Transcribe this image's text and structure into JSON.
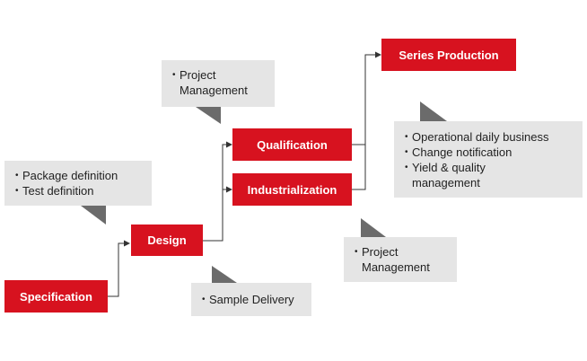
{
  "stages": {
    "specification": "Specification",
    "design": "Design",
    "qualification": "Qualification",
    "industrialization": "Industrialization",
    "series_production": "Series Production"
  },
  "notes": {
    "design_prep": [
      "Package definition",
      "Test definition"
    ],
    "sample": [
      "Sample Delivery"
    ],
    "qualification_pm": [
      "Project",
      "Management"
    ],
    "industrialization_pm": [
      "Project",
      "Management"
    ],
    "series": [
      "Operational daily business",
      "Change notification",
      "Yield & quality",
      "management"
    ]
  },
  "colors": {
    "stage": "#d7121f",
    "note": "#e5e5e5",
    "connector": "#333333",
    "pointer": "#6b6b6b"
  }
}
